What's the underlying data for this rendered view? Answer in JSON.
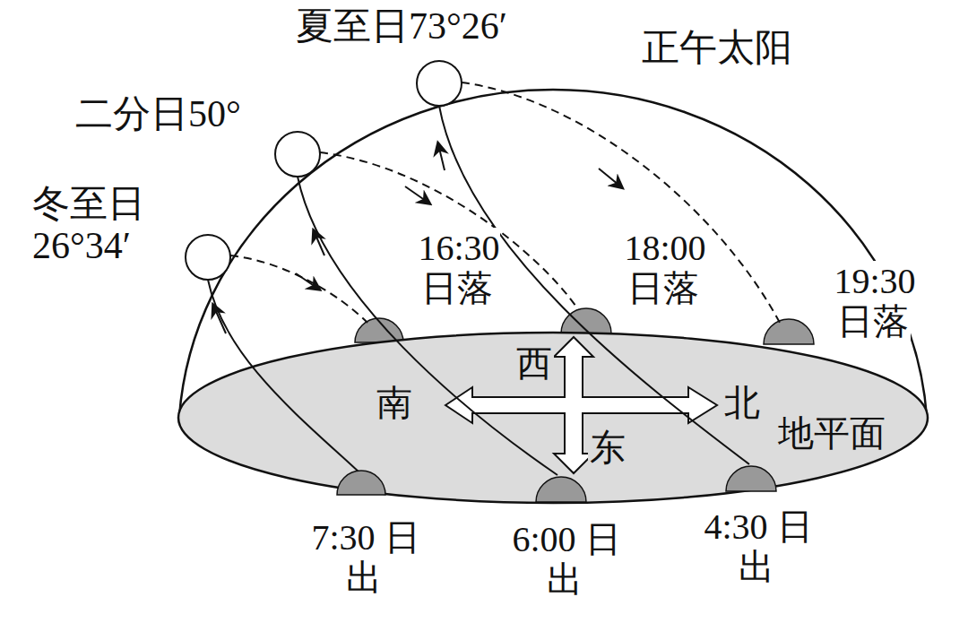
{
  "diagram": {
    "labels": [
      "夏至日73°26′",
      "正午太阳",
      "二分日50°",
      "冬至日 26°34′",
      "16:30 日落",
      "18:00 日落",
      "19:30 日落",
      "南",
      "北",
      "西",
      "东",
      "地平面",
      "7:30 日出",
      "6:00 日出",
      "4:30 日出"
    ]
  }
}
